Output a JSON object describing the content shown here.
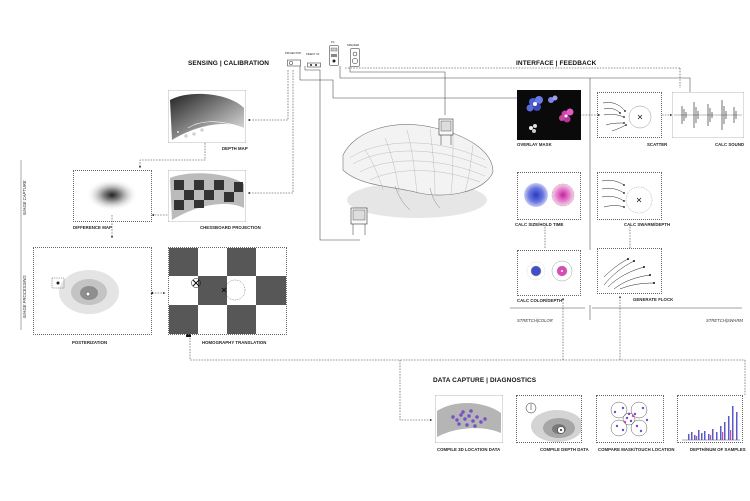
{
  "sections": {
    "sensing": "SENSING | CALIBRATION",
    "interface": "INTERFACE | FEEDBACK",
    "data_capture": "DATA CAPTURE | DIAGNOSTICS"
  },
  "side_labels": {
    "image_capture": "IMAGE CAPTURE",
    "image_processing": "IMAGE PROCESSING"
  },
  "group_labels": {
    "stretch_color": "STRETCH|COLOR",
    "stretch_swarm": "STRETCH|SWARM"
  },
  "panels": {
    "depth_map": "DEPTH MAP",
    "difference_map": "DIFFERENCE MAP",
    "chessboard_projection": "CHESSBOARD PROJECTION",
    "posterization": "POSTERIZATION",
    "homography_translation": "HOMOGRAPHY TRANSLATION",
    "overlay_mask": "OVERLAY MASK",
    "calc_size_hold_time": "CALC SIZE/HOLD TIME",
    "calc_color_depth": "CALC COLOR/DEPTH",
    "scatter": "SCATTER",
    "calc_sound": "CALC SOUND",
    "calc_swarm_depth": "CALC SWARM/DEPTH",
    "generate_flock": "GENERATE FLOCK",
    "compile_3d_location": "COMPILE 3D LOCATION DATA",
    "compile_depth_data": "COMPILE DEPTH DATA",
    "compare_mask_touch": "COMPARE MASK/TOUCH LOCATION",
    "depth_num_samples": "DEPTH/NUM OF SAMPLES"
  },
  "devices": {
    "d1": "PROJECTOR",
    "d2": "KINECT V2",
    "d3": "PC",
    "d4": "SPEAKER"
  },
  "icons": [
    "projector-icon",
    "kinect-icon",
    "computer-icon",
    "speaker-icon",
    "cursor-crosshair-icon"
  ]
}
